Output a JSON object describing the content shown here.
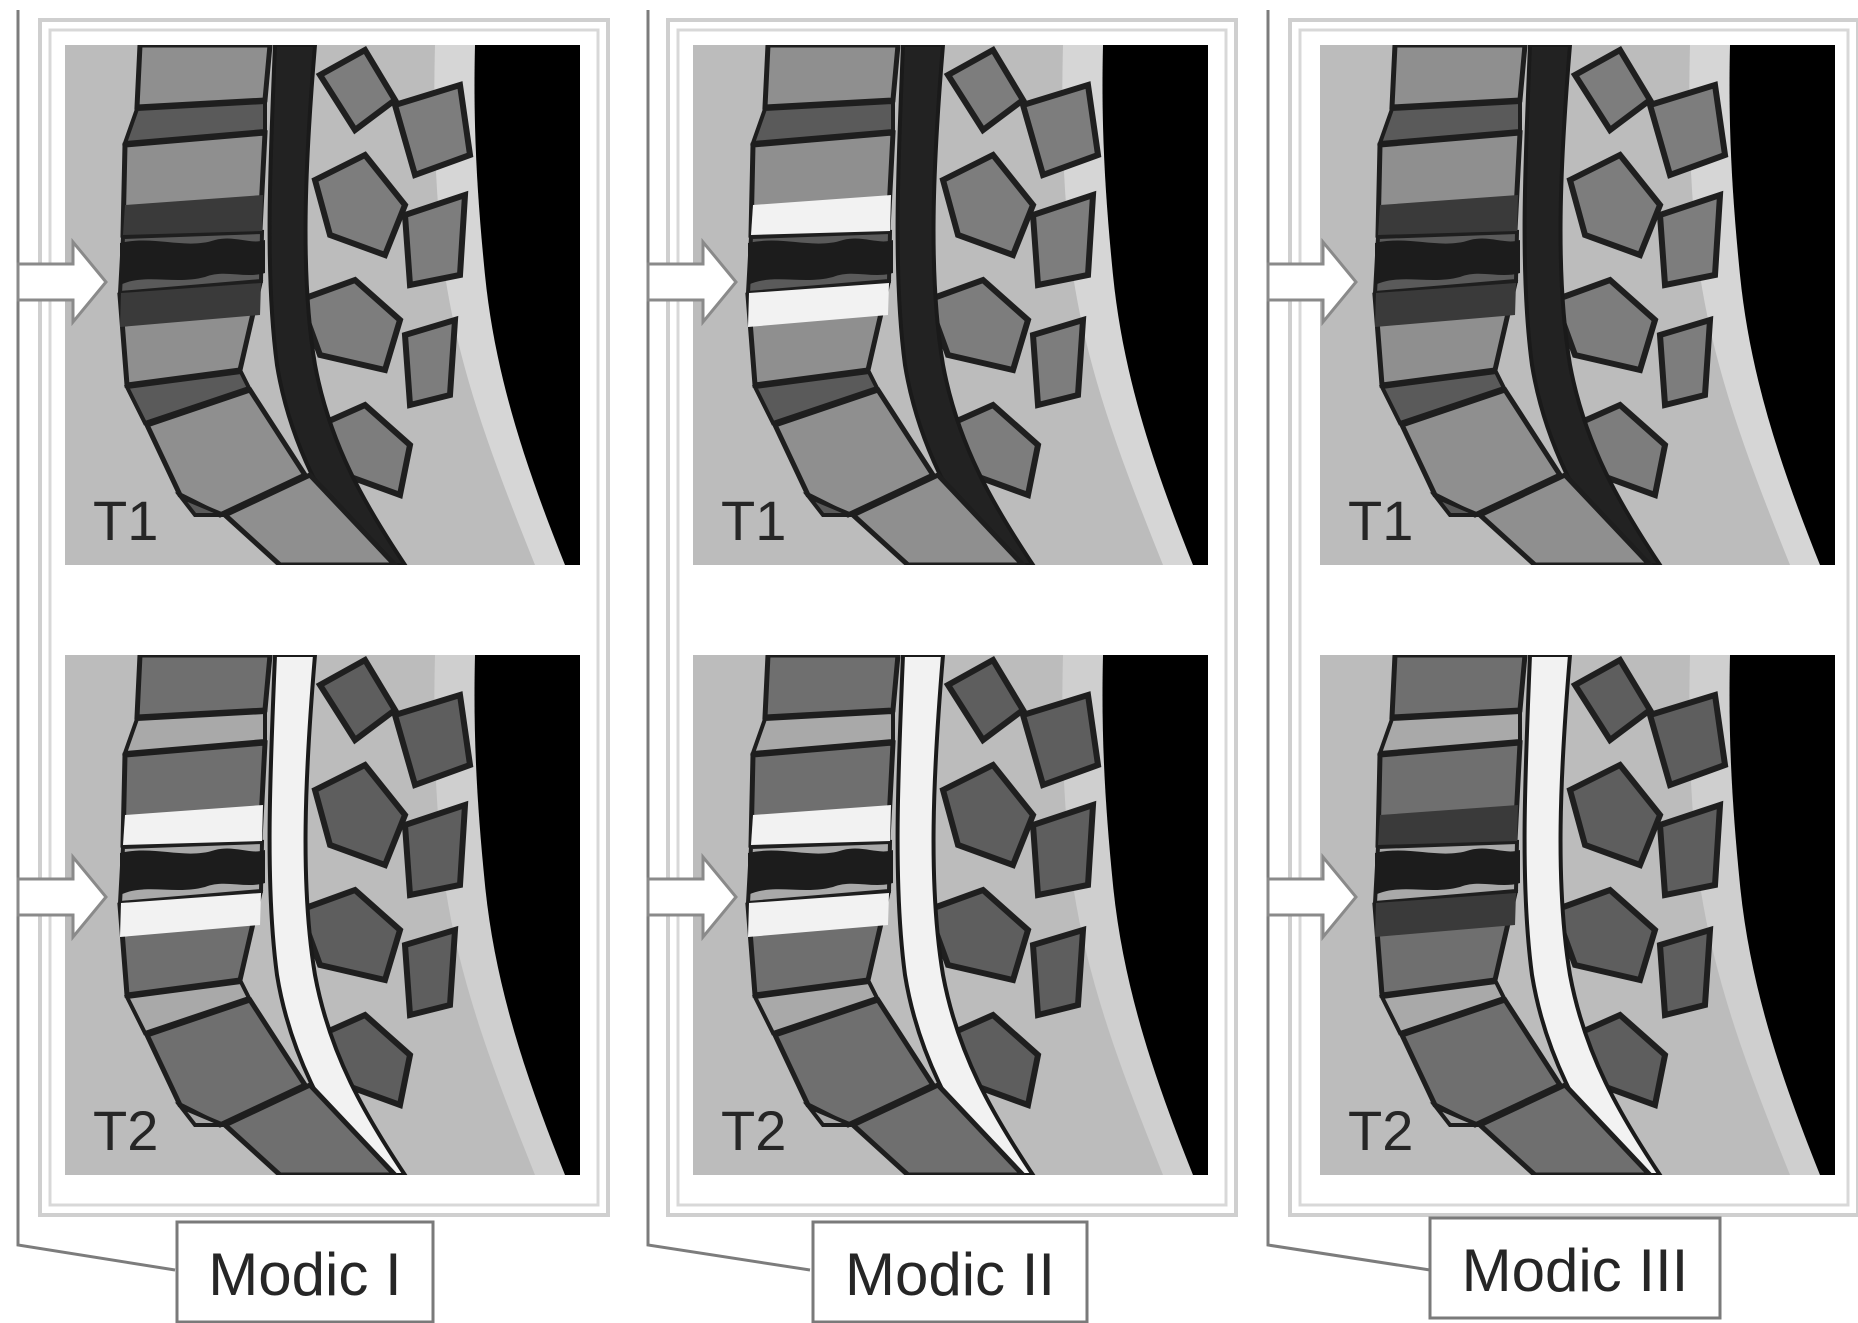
{
  "figure": {
    "columns": [
      {
        "type_label": "Modic I",
        "panels": [
          {
            "sequence": "T1",
            "endplate_signal": "low"
          },
          {
            "sequence": "T2",
            "endplate_signal": "high"
          }
        ]
      },
      {
        "type_label": "Modic II",
        "panels": [
          {
            "sequence": "T1",
            "endplate_signal": "high"
          },
          {
            "sequence": "T2",
            "endplate_signal": "high"
          }
        ]
      },
      {
        "type_label": "Modic III",
        "panels": [
          {
            "sequence": "T1",
            "endplate_signal": "low"
          },
          {
            "sequence": "T2",
            "endplate_signal": "low"
          }
        ]
      }
    ],
    "colors": {
      "background": "#bcbcbc",
      "vertebra_t1": "#8f8f8f",
      "vertebra_t2": "#6f6f6f",
      "disc": "#1c1c1c",
      "endplate_high": "#f2f2f2",
      "endplate_low": "#3a3a3a",
      "csf_t1": "#222222",
      "csf_t2": "#f2f2f2",
      "fat": "#000000"
    }
  }
}
